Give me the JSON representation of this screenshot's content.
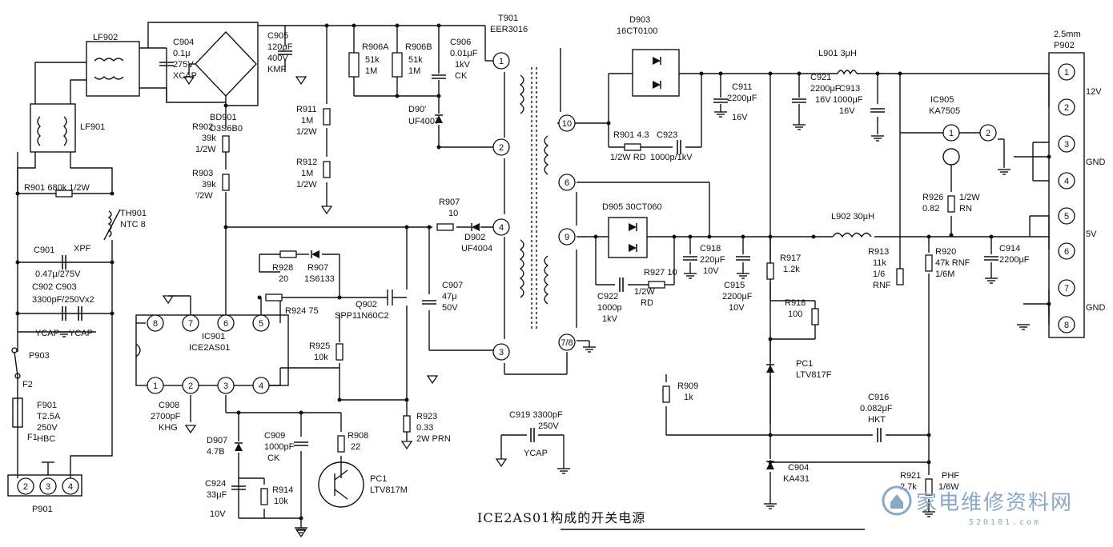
{
  "caption": "ICE2AS01构成的开关电源",
  "watermark": {
    "logo_text": "家电维修资料网",
    "logo_url": "520101.com",
    "color": "#8aa7c6"
  },
  "labels": [
    {
      "id": "lf902",
      "text": "LF902"
    },
    {
      "id": "lf901",
      "text": "LF901"
    },
    {
      "id": "c904a",
      "text": "C904"
    },
    {
      "id": "c904b",
      "text": "0.1μ"
    },
    {
      "id": "c904c",
      "text": "275V"
    },
    {
      "id": "c904d",
      "text": "XCAP"
    },
    {
      "id": "bd",
      "text": "BD901"
    },
    {
      "id": "bd2",
      "text": "D3S6B0"
    },
    {
      "id": "c905a",
      "text": "C905"
    },
    {
      "id": "c905b",
      "text": "120μF"
    },
    {
      "id": "c905c",
      "text": "400V"
    },
    {
      "id": "c905d",
      "text": "KMF"
    },
    {
      "id": "r906a",
      "text": "R906A"
    },
    {
      "id": "r906a2",
      "text": "51k"
    },
    {
      "id": "r906a3",
      "text": "1M"
    },
    {
      "id": "r906b",
      "text": "R906B"
    },
    {
      "id": "r906b2",
      "text": "51k"
    },
    {
      "id": "r906b3",
      "text": "1M"
    },
    {
      "id": "c906a",
      "text": "C906"
    },
    {
      "id": "c906b",
      "text": "0.01μF"
    },
    {
      "id": "c906c",
      "text": "1kV"
    },
    {
      "id": "c906d",
      "text": "CK"
    },
    {
      "id": "d901",
      "text": "D90'"
    },
    {
      "id": "d901b",
      "text": "UF4007"
    },
    {
      "id": "t901",
      "text": "T901"
    },
    {
      "id": "t901b",
      "text": "EER3016"
    },
    {
      "id": "r911",
      "text": "R911"
    },
    {
      "id": "r911b",
      "text": "1M"
    },
    {
      "id": "r911c",
      "text": "1/2W"
    },
    {
      "id": "r912",
      "text": "R912"
    },
    {
      "id": "r912b",
      "text": "1M"
    },
    {
      "id": "r912c",
      "text": "1/2W"
    },
    {
      "id": "r902",
      "text": "R902"
    },
    {
      "id": "r902b",
      "text": "39k"
    },
    {
      "id": "r902c",
      "text": "1/2W"
    },
    {
      "id": "r903",
      "text": "R903"
    },
    {
      "id": "r903b",
      "text": "39k"
    },
    {
      "id": "r903c",
      "text": "'/2W"
    },
    {
      "id": "r901",
      "text": "R901  680k  1/2W"
    },
    {
      "id": "th",
      "text": "TH901"
    },
    {
      "id": "th2",
      "text": "NTC  8"
    },
    {
      "id": "c901",
      "text": "C901"
    },
    {
      "id": "xpf",
      "text": "XPF"
    },
    {
      "id": "c901v",
      "text": "0.47μ/275V"
    },
    {
      "id": "c902",
      "text": "C902    C903"
    },
    {
      "id": "c902v",
      "text": "3300pF/250Vx2"
    },
    {
      "id": "ycap1",
      "text": "YCAP"
    },
    {
      "id": "ycap2",
      "text": "YCAP"
    },
    {
      "id": "p903",
      "text": "P903"
    },
    {
      "id": "f901",
      "text": "F901"
    },
    {
      "id": "f901b",
      "text": "T2.5A"
    },
    {
      "id": "f901c",
      "text": "250V"
    },
    {
      "id": "f901d",
      "text": "HBC"
    },
    {
      "id": "f1",
      "text": "F1"
    },
    {
      "id": "f2",
      "text": "F2"
    },
    {
      "id": "p901",
      "text": "P901"
    },
    {
      "id": "r907",
      "text": "R907"
    },
    {
      "id": "r907b",
      "text": "10"
    },
    {
      "id": "d902",
      "text": "D902"
    },
    {
      "id": "d902b",
      "text": "UF4004"
    },
    {
      "id": "r928",
      "text": "R928"
    },
    {
      "id": "r928b",
      "text": "20"
    },
    {
      "id": "r907x",
      "text": "R907"
    },
    {
      "id": "r907xb",
      "text": "1S6133"
    },
    {
      "id": "r924",
      "text": "R924  75"
    },
    {
      "id": "q902",
      "text": "Q902"
    },
    {
      "id": "q902b",
      "text": "SPP11N60C2"
    },
    {
      "id": "ic901",
      "text": "IC901"
    },
    {
      "id": "ic901b",
      "text": "ICE2AS01"
    },
    {
      "id": "r925",
      "text": "R925"
    },
    {
      "id": "r925b",
      "text": "10k"
    },
    {
      "id": "c907",
      "text": "C907"
    },
    {
      "id": "c907b",
      "text": "47μ"
    },
    {
      "id": "c907c",
      "text": "50V"
    },
    {
      "id": "c908",
      "text": "C908"
    },
    {
      "id": "c908b",
      "text": "2700pF"
    },
    {
      "id": "c908c",
      "text": "KHG"
    },
    {
      "id": "d907",
      "text": "D907"
    },
    {
      "id": "d907b",
      "text": "4.7B"
    },
    {
      "id": "c909",
      "text": "C909"
    },
    {
      "id": "c909b",
      "text": "1000pF"
    },
    {
      "id": "c909c",
      "text": "CK"
    },
    {
      "id": "r908",
      "text": "R908"
    },
    {
      "id": "r908b",
      "text": "22"
    },
    {
      "id": "c924",
      "text": "C924"
    },
    {
      "id": "c924b",
      "text": "33μF"
    },
    {
      "id": "c924c",
      "text": "10V"
    },
    {
      "id": "r914",
      "text": "R914"
    },
    {
      "id": "r914b",
      "text": "10k"
    },
    {
      "id": "pc1a",
      "text": "PC1"
    },
    {
      "id": "pc1b",
      "text": "LTV817M"
    },
    {
      "id": "r923",
      "text": "R923"
    },
    {
      "id": "r923b",
      "text": "0.33"
    },
    {
      "id": "r923c",
      "text": "2W  PRN"
    },
    {
      "id": "c919",
      "text": "C919  3300pF"
    },
    {
      "id": "c919b",
      "text": "250V"
    },
    {
      "id": "c919c",
      "text": "YCAP"
    },
    {
      "id": "d903",
      "text": "D903"
    },
    {
      "id": "d903b",
      "text": "16CT0100"
    },
    {
      "id": "r901s",
      "text": "R901  4.3"
    },
    {
      "id": "r901s2",
      "text": "1/2W  RD"
    },
    {
      "id": "c923",
      "text": "C923"
    },
    {
      "id": "c923b",
      "text": "1000p/1kV"
    },
    {
      "id": "l901",
      "text": "L901  3μH"
    },
    {
      "id": "c911",
      "text": "C911"
    },
    {
      "id": "c911b",
      "text": "2200μF"
    },
    {
      "id": "c911c",
      "text": "16V"
    },
    {
      "id": "c921",
      "text": "C921"
    },
    {
      "id": "c921b",
      "text": "2200μF"
    },
    {
      "id": "c921c",
      "text": "16V"
    },
    {
      "id": "c913",
      "text": "C913"
    },
    {
      "id": "c913b",
      "text": "1000μF"
    },
    {
      "id": "c913c",
      "text": "16V"
    },
    {
      "id": "ic905",
      "text": "IC905"
    },
    {
      "id": "ic905b",
      "text": "KA7505"
    },
    {
      "id": "r926",
      "text": "R926"
    },
    {
      "id": "r926b",
      "text": "0.82"
    },
    {
      "id": "r926c",
      "text": "1/2W"
    },
    {
      "id": "r926d",
      "text": "RN"
    },
    {
      "id": "d905",
      "text": "D905  30CT060"
    },
    {
      "id": "c918",
      "text": "C918"
    },
    {
      "id": "c918b",
      "text": "220μF"
    },
    {
      "id": "c918c",
      "text": "10V"
    },
    {
      "id": "c915",
      "text": "C915"
    },
    {
      "id": "c915b",
      "text": "2200μF"
    },
    {
      "id": "c915c",
      "text": "10V"
    },
    {
      "id": "r927",
      "text": "R927  10"
    },
    {
      "id": "r927b",
      "text": "1/2W"
    },
    {
      "id": "r927c",
      "text": "RD"
    },
    {
      "id": "c922",
      "text": "C922"
    },
    {
      "id": "c922b",
      "text": "1000p"
    },
    {
      "id": "c922c",
      "text": "1kV"
    },
    {
      "id": "l902",
      "text": "L902  30μH"
    },
    {
      "id": "r917",
      "text": "R917"
    },
    {
      "id": "r917b",
      "text": "1.2k"
    },
    {
      "id": "r918",
      "text": "R918"
    },
    {
      "id": "r918b",
      "text": "100"
    },
    {
      "id": "r913",
      "text": "R913"
    },
    {
      "id": "r913b",
      "text": "11k"
    },
    {
      "id": "r913c",
      "text": "1/6"
    },
    {
      "id": "r913d",
      "text": "RNF"
    },
    {
      "id": "r920",
      "text": "R920"
    },
    {
      "id": "r920b",
      "text": "47k  RNF"
    },
    {
      "id": "r920c",
      "text": "1/6M"
    },
    {
      "id": "c914",
      "text": "C914"
    },
    {
      "id": "c914b",
      "text": "2200μF"
    },
    {
      "id": "pc1c",
      "text": "PC1"
    },
    {
      "id": "pc1d",
      "text": "LTV817F"
    },
    {
      "id": "r909",
      "text": "R909"
    },
    {
      "id": "r909b",
      "text": "1k"
    },
    {
      "id": "c916",
      "text": "C916"
    },
    {
      "id": "c916b",
      "text": "0.082μF"
    },
    {
      "id": "c916c",
      "text": "HKT"
    },
    {
      "id": "c904s",
      "text": "C904"
    },
    {
      "id": "c904s2",
      "text": "KA431"
    },
    {
      "id": "r921",
      "text": "R921"
    },
    {
      "id": "r921b",
      "text": "2.7k"
    },
    {
      "id": "r921c",
      "text": "PHF"
    },
    {
      "id": "r921d",
      "text": "1/6W"
    },
    {
      "id": "p902a",
      "text": "2.5mm"
    },
    {
      "id": "p902b",
      "text": "P902"
    },
    {
      "id": "v12",
      "text": "12V"
    },
    {
      "id": "gnd1",
      "text": "GND"
    },
    {
      "id": "v5",
      "text": "5V"
    },
    {
      "id": "gnd2",
      "text": "GND"
    }
  ],
  "pins": [
    "1",
    "2",
    "3",
    "4",
    "5",
    "6",
    "7",
    "8",
    "9",
    "10",
    "7/8"
  ]
}
